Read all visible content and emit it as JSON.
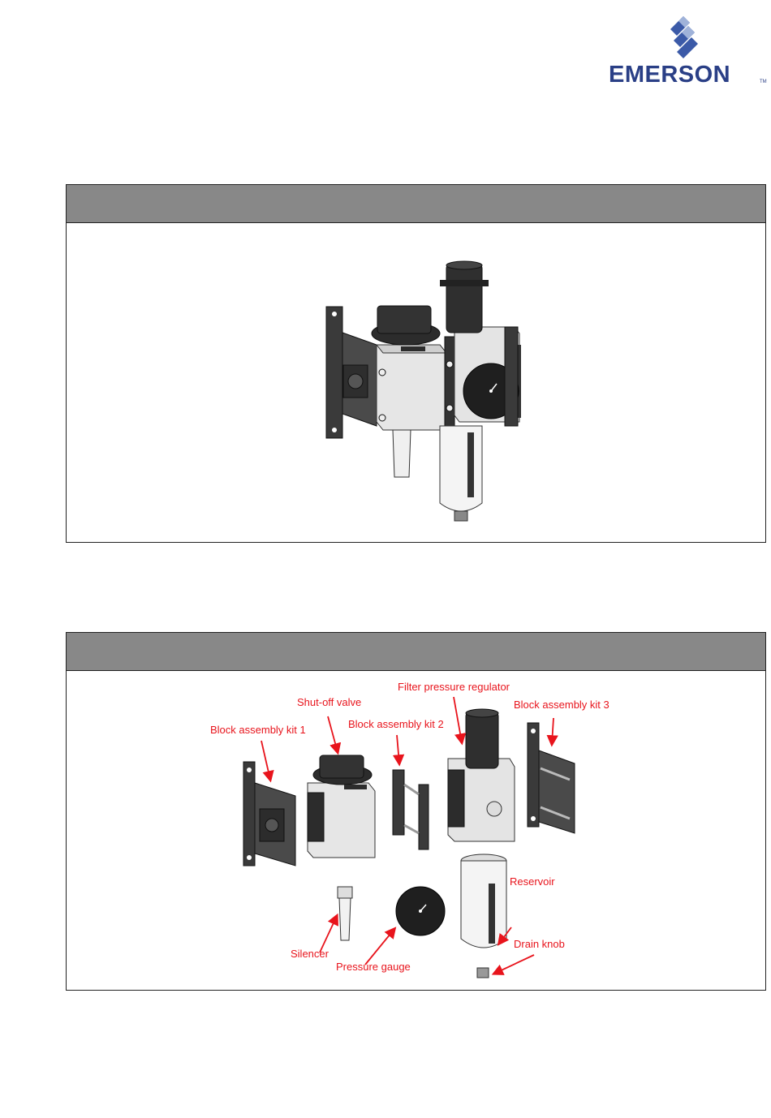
{
  "brand": {
    "name": "EMERSON",
    "tm": "TM",
    "color": "#2a3f86"
  },
  "panels": [
    {
      "id": "assembled-view",
      "header_color": "#888888"
    },
    {
      "id": "exploded-view",
      "header_color": "#888888"
    }
  ],
  "labels": {
    "filter_pressure_regulator": "Filter pressure regulator",
    "shut_off_valve": "Shut-off valve",
    "block_assembly_kit_3": "Block assembly kit 3",
    "block_assembly_kit_2": "Block assembly kit 2",
    "block_assembly_kit_1": "Block assembly kit 1",
    "reservoir": "Reservoir",
    "drain_knob": "Drain knob",
    "silencer": "Silencer",
    "pressure_gauge": "Pressure gauge"
  },
  "label_color": "#e8141c"
}
